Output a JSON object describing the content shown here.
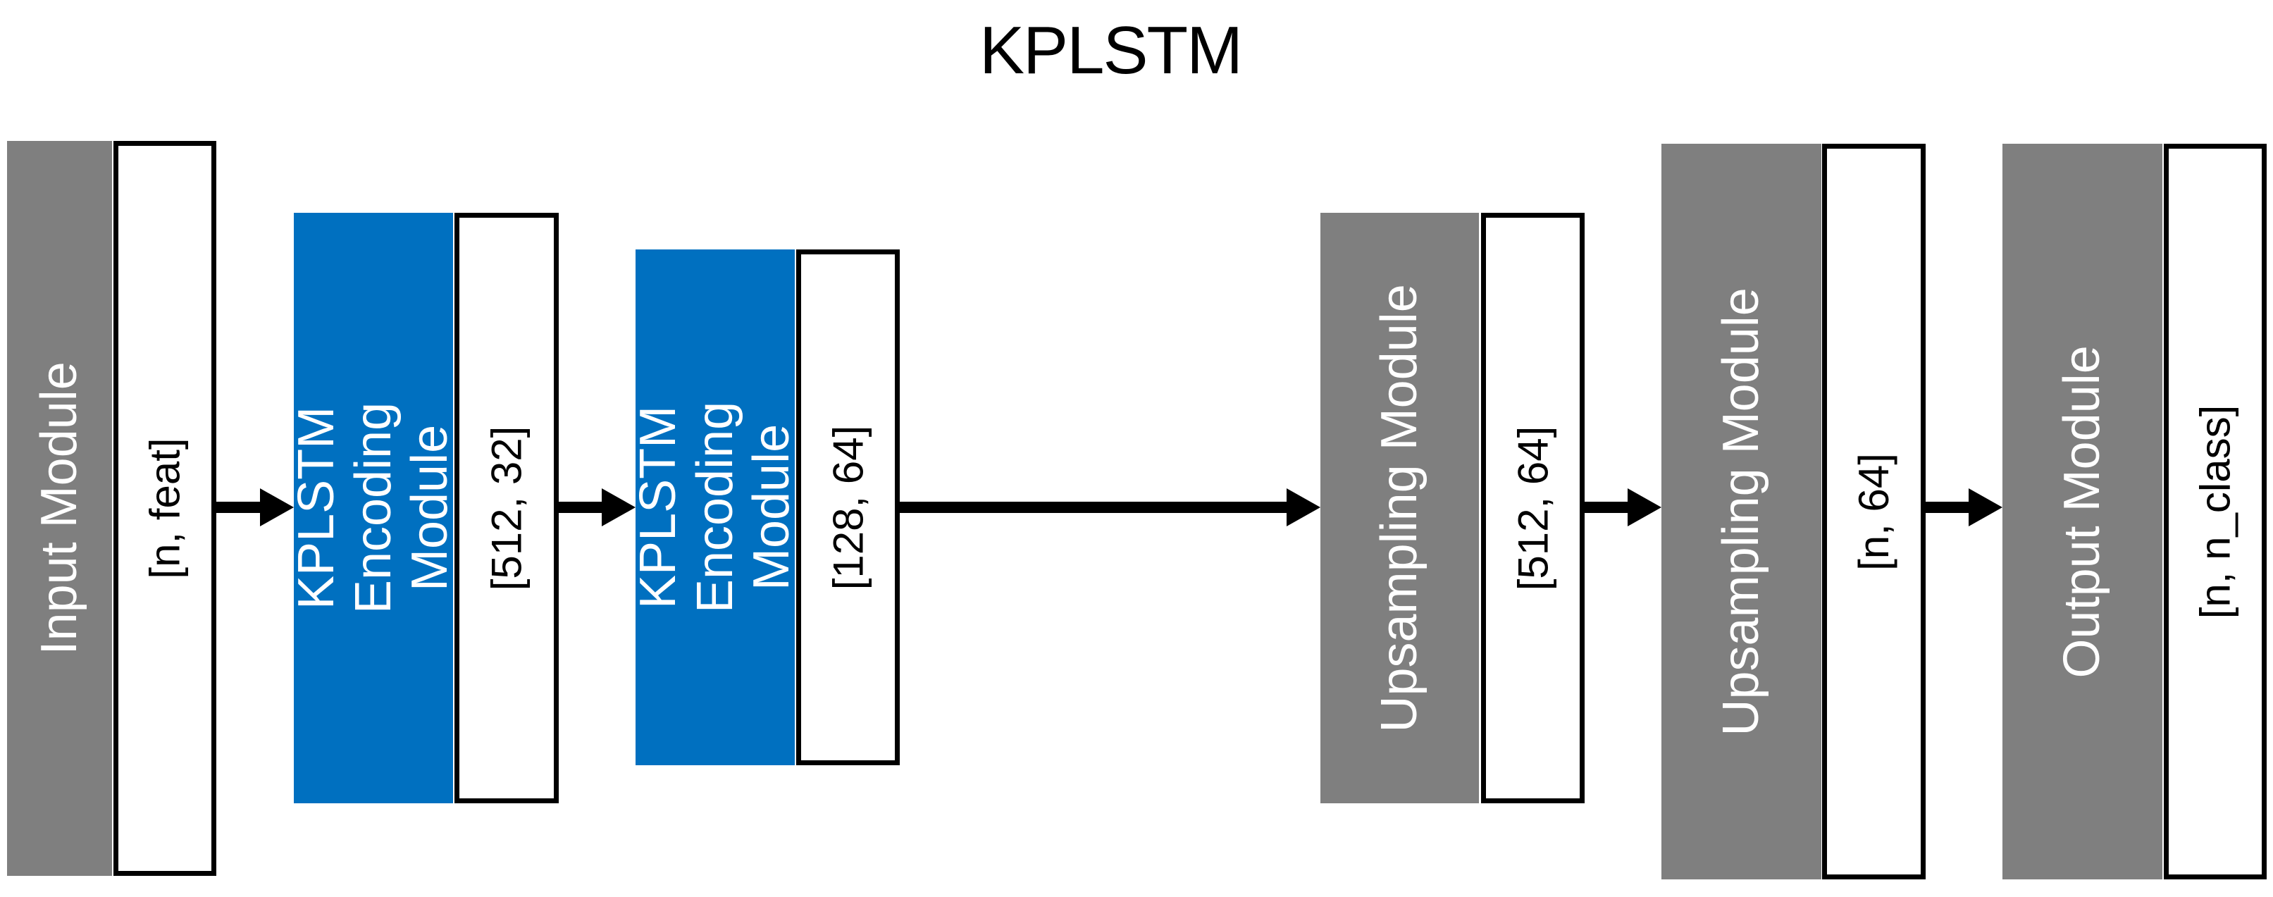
{
  "title": "KPLSTM",
  "colors": {
    "module_gray": "#7f7f7f",
    "module_blue": "#0070c0",
    "arrow_black": "#000000",
    "box_white": "#ffffff"
  },
  "modules": [
    {
      "label": "Input Module",
      "dims": "[n, feat]",
      "color": "gray"
    },
    {
      "label": "KPLSTM Encoding Module",
      "dims": "[512, 32]",
      "color": "blue"
    },
    {
      "label": "KPLSTM Encoding Module",
      "dims": "[128, 64]",
      "color": "blue"
    },
    {
      "label": "Upsampling Module",
      "dims": "[512, 64]",
      "color": "gray"
    },
    {
      "label": "Upsampling Module",
      "dims": "[n, 64]",
      "color": "gray"
    },
    {
      "label": "Output Module",
      "dims": "[n, n_class]",
      "color": "gray"
    }
  ],
  "arrows": {
    "count": 5,
    "direction": "right"
  }
}
